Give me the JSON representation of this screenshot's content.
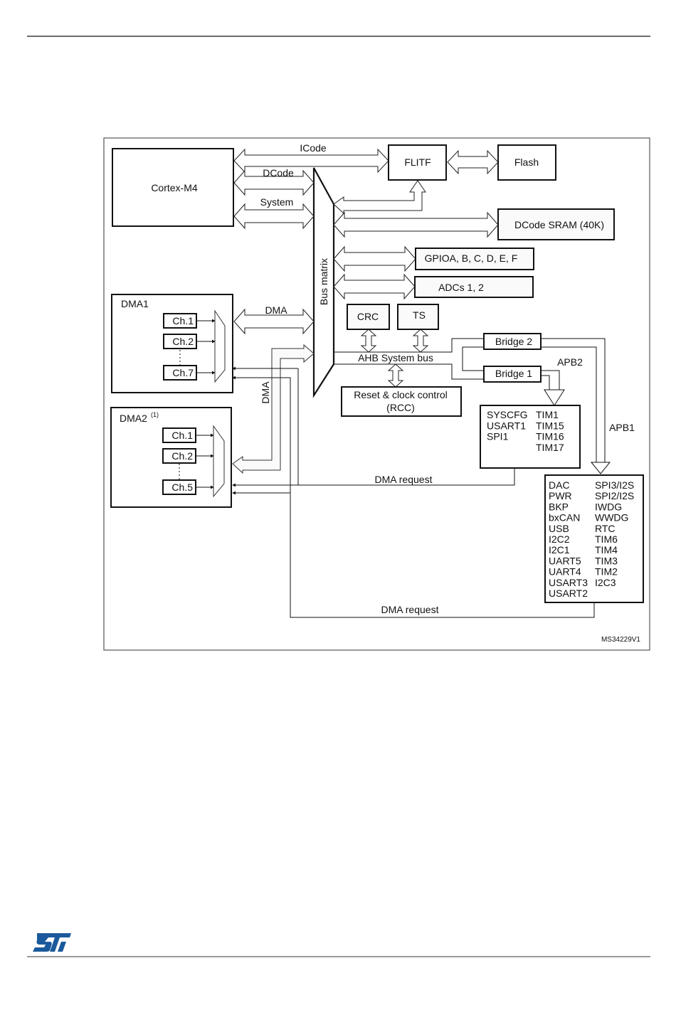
{
  "diagram": {
    "cpu": "Cortex-M4",
    "buses": {
      "icode": "ICode",
      "dcode": "DCode",
      "system": "System",
      "dma": "DMA",
      "dma_vertical": "DMA"
    },
    "bus_matrix": "Bus matrix",
    "flitf": "FLITF",
    "flash": "Flash",
    "sram": "DCode SRAM (40K)",
    "gpio": "GPIOA, B, C, D, E, F",
    "adcs": "ADCs 1, 2",
    "crc": "CRC",
    "ts": "TS",
    "ahb": "AHB System bus",
    "rcc": {
      "line1": "Reset & clock control",
      "line2": "(RCC)"
    },
    "bridge2": "Bridge 2",
    "bridge1": "Bridge 1",
    "apb2": "APB2",
    "apb1": "APB1",
    "dma1": {
      "title": "DMA1",
      "channels": [
        "Ch.1",
        "Ch.2",
        "Ch.7"
      ]
    },
    "dma2": {
      "title": "DMA2",
      "footnote": "(1)",
      "channels": [
        "Ch.1",
        "Ch.2",
        "Ch.5"
      ]
    },
    "apb2_peripherals": {
      "col1": [
        "SYSCFG",
        "USART1",
        "SPI1"
      ],
      "col2": [
        "TIM1",
        "TIM15",
        "TIM16",
        "TIM17"
      ]
    },
    "apb1_peripherals": {
      "col1": [
        "DAC",
        "PWR",
        "BKP",
        "bxCAN",
        "USB",
        "I2C2",
        "I2C1",
        "UART5",
        "UART4",
        "USART3",
        "USART2"
      ],
      "col2": [
        "SPI3/I2S",
        "SPI2/I2S",
        "IWDG",
        "WWDG",
        "RTC",
        "TIM6",
        "TIM4",
        "TIM3",
        "TIM2",
        "I2C3"
      ]
    },
    "dma_request_1": "DMA request",
    "dma_request_2": "DMA request",
    "figure_id": "MS34229V1"
  },
  "footer": {
    "logo": "ST"
  },
  "colors": {
    "logo_blue": "#1a5a9c",
    "rule_gray": "#6b6b6b"
  }
}
